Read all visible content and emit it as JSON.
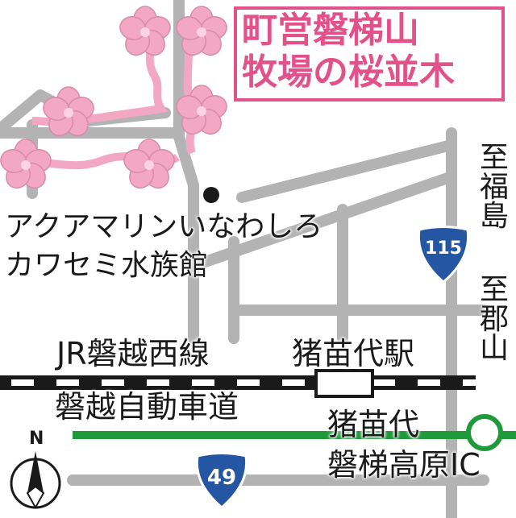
{
  "colors": {
    "road": "#b3b3b3",
    "sakura": "#f2a7c3",
    "sakura_outline": "#e2518a",
    "expressway": "#1f9a3a",
    "shield": "#2456a3",
    "railway": "#1a1a1a",
    "text": "#1a1a1a"
  },
  "title": {
    "line1": "町営磐梯山",
    "line2": "牧場の桜並木"
  },
  "facility": {
    "line1": "アクアマリンいなわしろ",
    "line2": "カワセミ水族館"
  },
  "railway_label": "JR磐越西線",
  "station_label": "猪苗代駅",
  "expressway_label": "磐越自動車道",
  "interchange": {
    "line1": "猪苗代",
    "line2": "磐梯高原IC"
  },
  "directions": {
    "fukushima": "至福島",
    "koriyama": "至郡山"
  },
  "routes": {
    "r115": "115",
    "r49": "49"
  },
  "compass": {
    "label": "N",
    "icon": "north-arrow-icon"
  },
  "icons": {
    "sakura": "cherry-blossom-icon",
    "facility": "location-dot-icon",
    "interchange": "interchange-circle-icon",
    "station": "station-box-icon"
  }
}
